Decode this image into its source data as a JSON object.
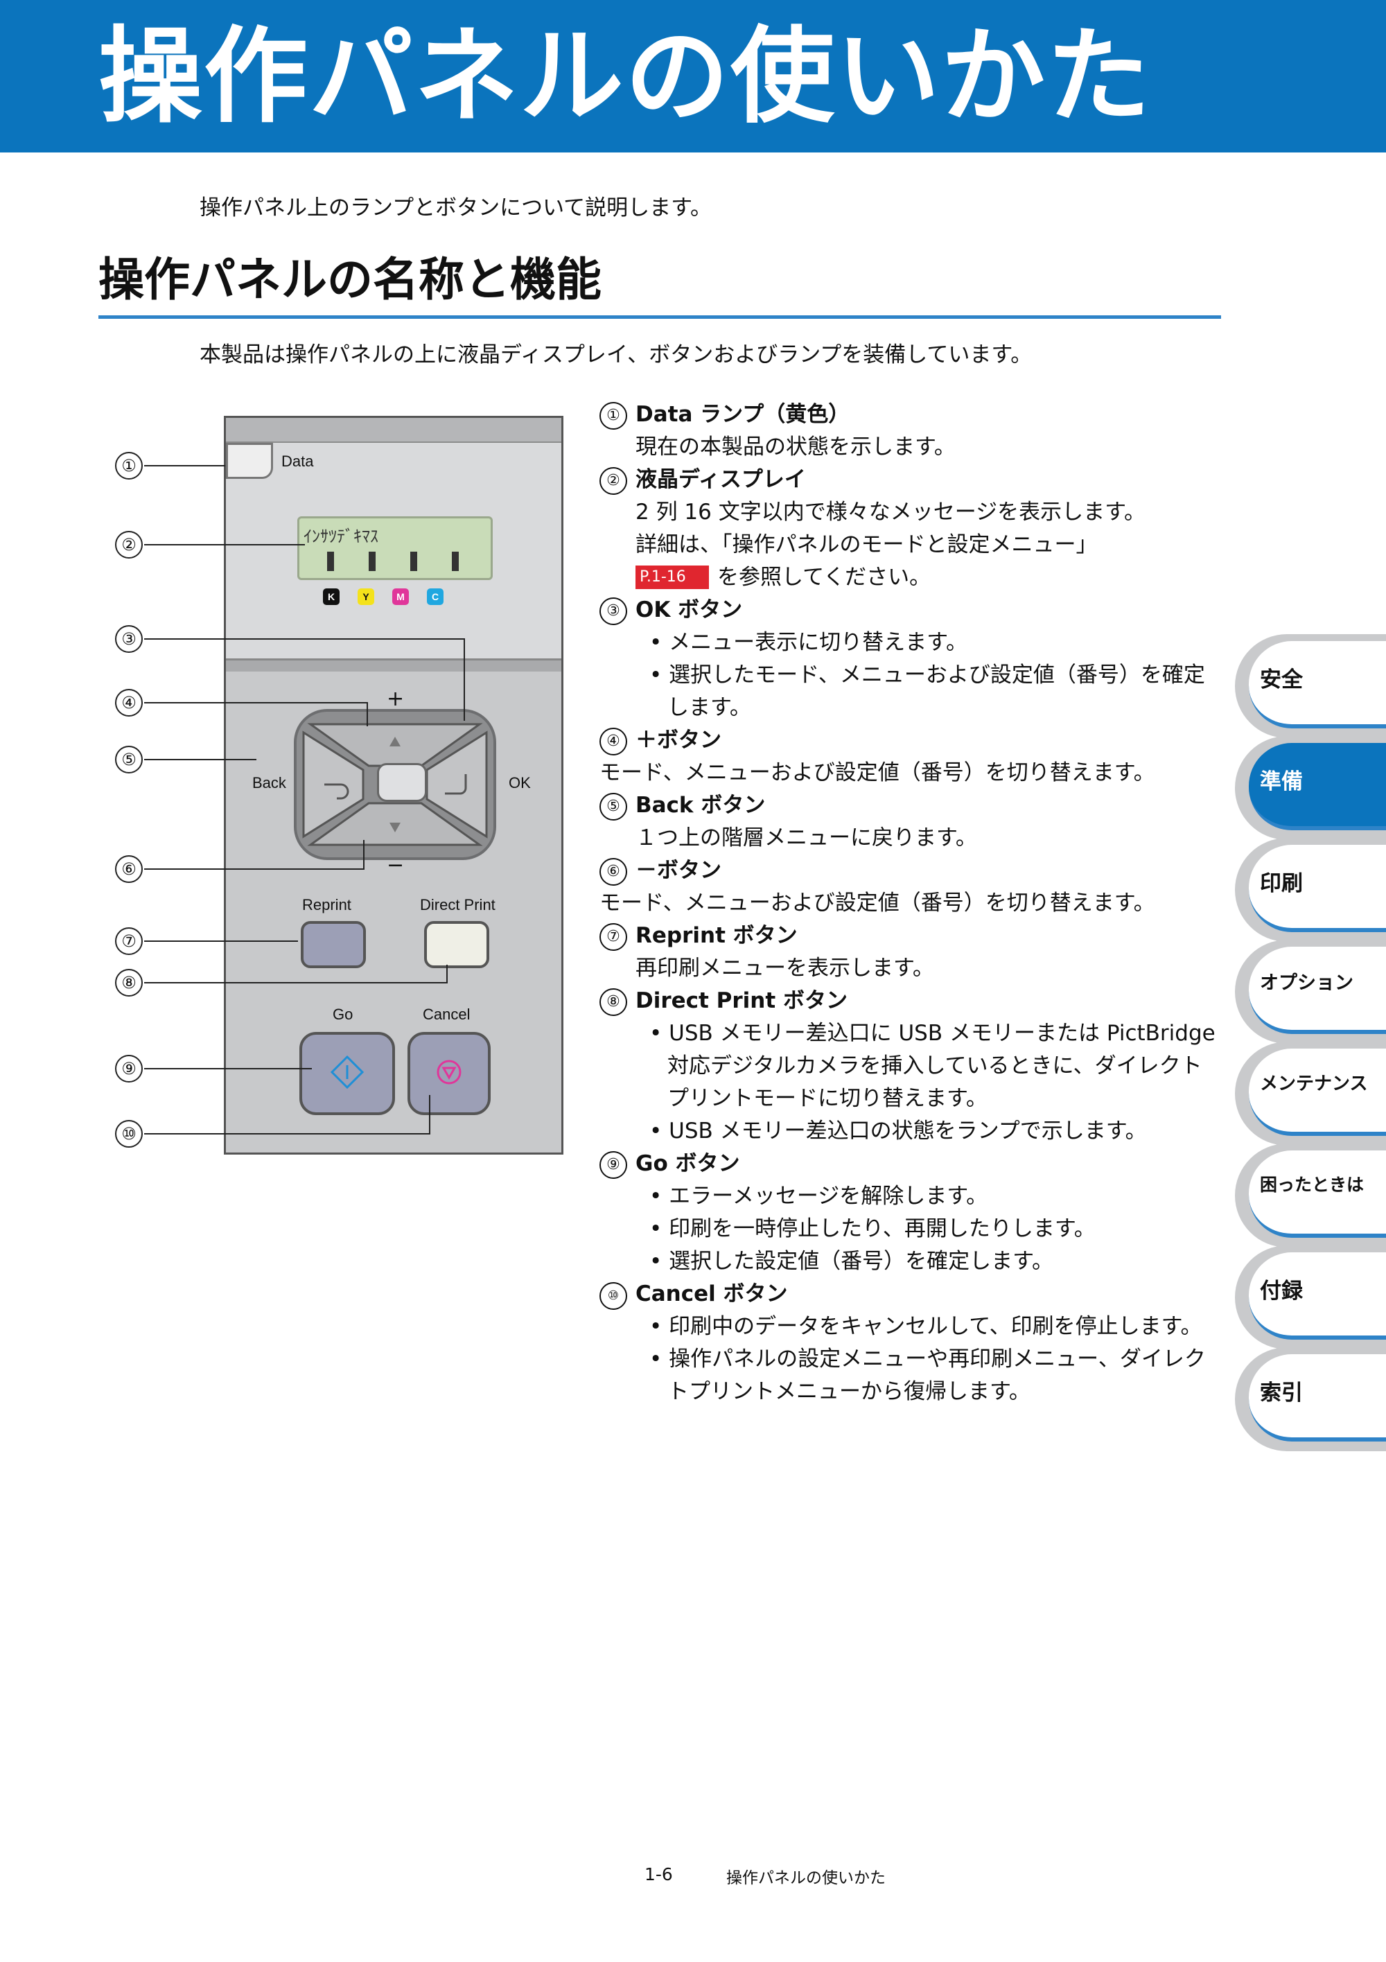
{
  "header": {
    "title": "操作パネルの使いかた"
  },
  "intro": "操作パネル上のランプとボタンについて説明します。",
  "section": {
    "title": "操作パネルの名称と機能",
    "description": "本製品は操作パネルの上に液晶ディスプレイ、ボタンおよびランプを装備しています。"
  },
  "panel": {
    "data_label": "Data",
    "lcd_text": "ｲﾝｻﾂﾃﾞｷﾏｽ",
    "toner": [
      "K",
      "Y",
      "M",
      "C"
    ],
    "plus": "+",
    "minus": "−",
    "back": "Back",
    "ok": "OK",
    "reprint": "Reprint",
    "direct_print": "Direct Print",
    "go": "Go",
    "cancel": "Cancel",
    "callouts": [
      "①",
      "②",
      "③",
      "④",
      "⑤",
      "⑥",
      "⑦",
      "⑧",
      "⑨",
      "⑩"
    ]
  },
  "items": [
    {
      "num": "①",
      "title": "Data ランプ（黄色）",
      "body": [
        "現在の本製品の状態を示します。"
      ]
    },
    {
      "num": "②",
      "title": "液晶ディスプレイ",
      "body": [
        "2 列 16 文字以内で様々なメッセージを表示します。",
        "詳細は、「操作パネルのモードと設定メニュー」"
      ],
      "ref": "P.1-16",
      "ref_suffix": "を参照してください。"
    },
    {
      "num": "③",
      "title": "OK ボタン",
      "bullets": [
        "メニュー表示に切り替えます。",
        "選択したモード、メニューおよび設定値（番号）を確定します。"
      ]
    },
    {
      "num": "④",
      "title": "＋ボタン",
      "body": [
        "モード、メニューおよび設定値（番号）を切り替えます。"
      ]
    },
    {
      "num": "⑤",
      "title": "Back ボタン",
      "body": [
        "１つ上の階層メニューに戻ります。"
      ]
    },
    {
      "num": "⑥",
      "title": "－ボタン",
      "body": [
        "モード、メニューおよび設定値（番号）を切り替えます。"
      ]
    },
    {
      "num": "⑦",
      "title": "Reprint ボタン",
      "body": [
        "再印刷メニューを表示します。"
      ]
    },
    {
      "num": "⑧",
      "title": "Direct Print ボタン",
      "bullets": [
        "USB メモリー差込口に USB メモリーまたは PictBridge 対応デジタルカメラを挿入しているときに、ダイレクトプリントモードに切り替えます。",
        "USB メモリー差込口の状態をランプで示します。"
      ]
    },
    {
      "num": "⑨",
      "title": "Go ボタン",
      "bullets": [
        "エラーメッセージを解除します。",
        "印刷を一時停止したり、再開したりします。",
        "選択した設定値（番号）を確定します。"
      ]
    },
    {
      "num": "⑩",
      "title": "Cancel ボタン",
      "bullets": [
        "印刷中のデータをキャンセルして、印刷を停止します。",
        "操作パネルの設定メニューや再印刷メニュー、ダイレクトプリントメニューから復帰します。"
      ]
    }
  ],
  "tabs": [
    {
      "label": "安全",
      "active": false
    },
    {
      "label": "準備",
      "active": true
    },
    {
      "label": "印刷",
      "active": false
    },
    {
      "label": "オプション",
      "active": false
    },
    {
      "label": "メンテナンス",
      "active": false
    },
    {
      "label": "困ったときは",
      "active": false
    },
    {
      "label": "付録",
      "active": false
    },
    {
      "label": "索引",
      "active": false
    }
  ],
  "footer": {
    "page": "1-6",
    "title": "操作パネルの使いかた"
  },
  "colors": {
    "banner": "#0b74bd",
    "rule": "#2e83c8",
    "ref_badge": "#e0262f",
    "tab_active": "#0b74bd"
  }
}
